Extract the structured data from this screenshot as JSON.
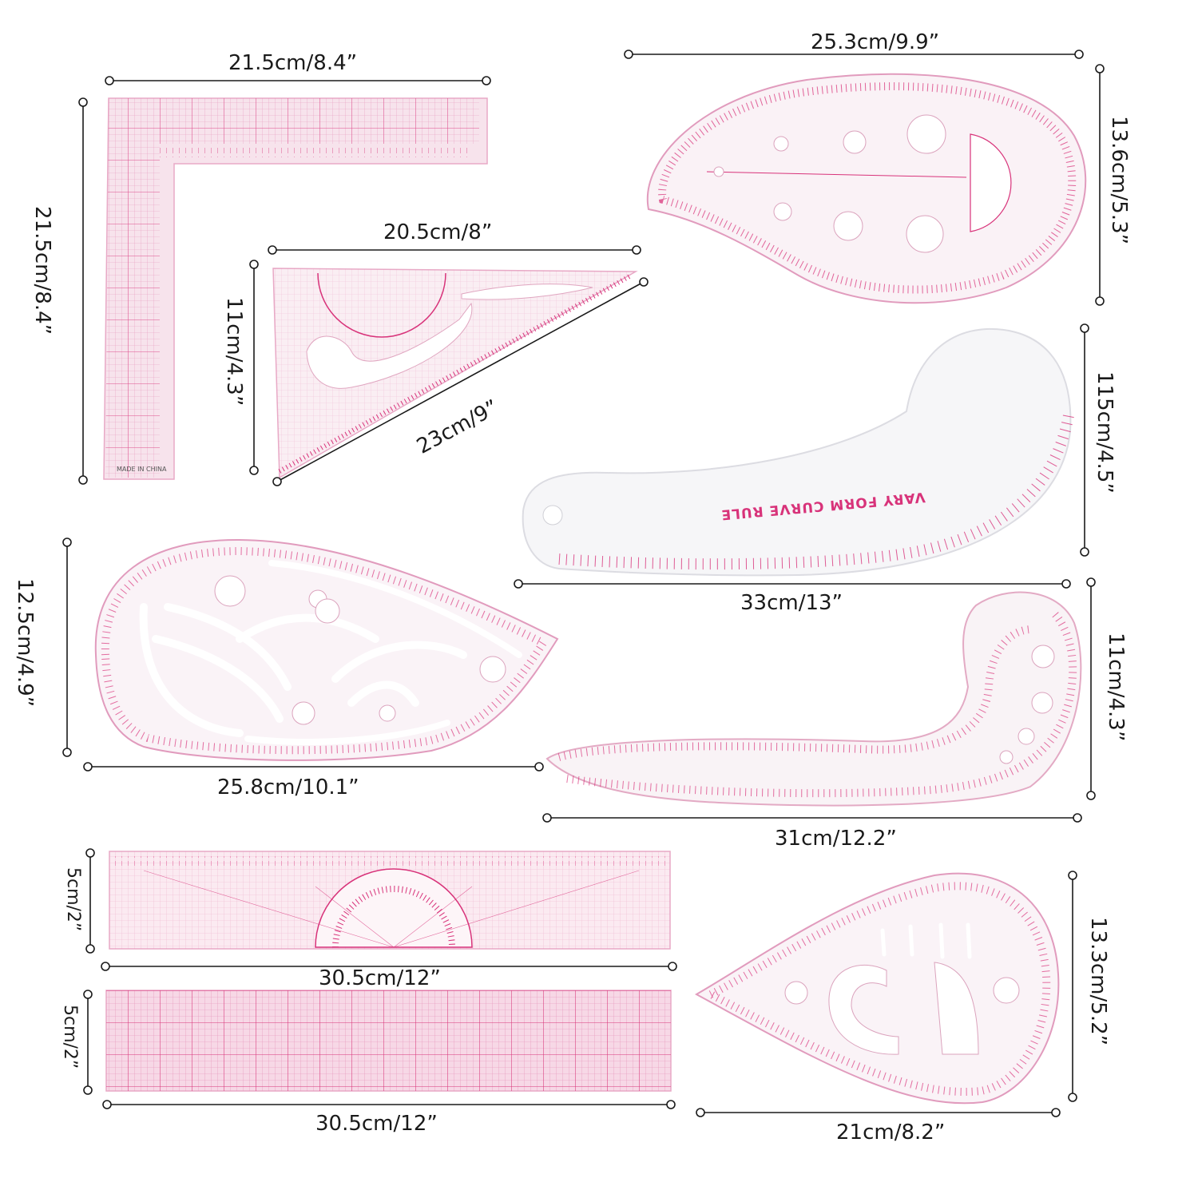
{
  "colors": {
    "accent": "#d8337a",
    "ruler_fill": "#f4d3e2",
    "grid": "#e28ab3",
    "acrylic": "#f5f5f7",
    "dim_line": "#1a1a1a"
  },
  "dimensions": {
    "l_square_width": "21.5cm/8.4”",
    "l_square_height": "21.5cm/8.4”",
    "triangle_top": "20.5cm/8”",
    "triangle_height": "11cm/4.3”",
    "triangle_hypotenuse": "23cm/9”",
    "french_curve_width": "25.3cm/9.9”",
    "french_curve_height": "13.6cm/5.3”",
    "vary_form_height": "115cm/4.5”",
    "vary_form_width": "33cm/13”",
    "teardrop_height": "12.5cm/4.9”",
    "teardrop_width": "25.8cm/10.1”",
    "hip_curve_height": "11cm/4.3”",
    "hip_curve_width": "31cm/12.2”",
    "protractor_ruler_height": "5cm/2”",
    "protractor_ruler_width": "30.5cm/12”",
    "grid_ruler_height": "5cm/2”",
    "grid_ruler_width": "30.5cm/12”",
    "small_drop_height": "13.3cm/5.2”",
    "small_drop_width": "21cm/8.2”"
  },
  "ruler_text": {
    "vary_form": "VARY FORM CURVE RULE",
    "made_in": "MADE IN CHINA"
  }
}
